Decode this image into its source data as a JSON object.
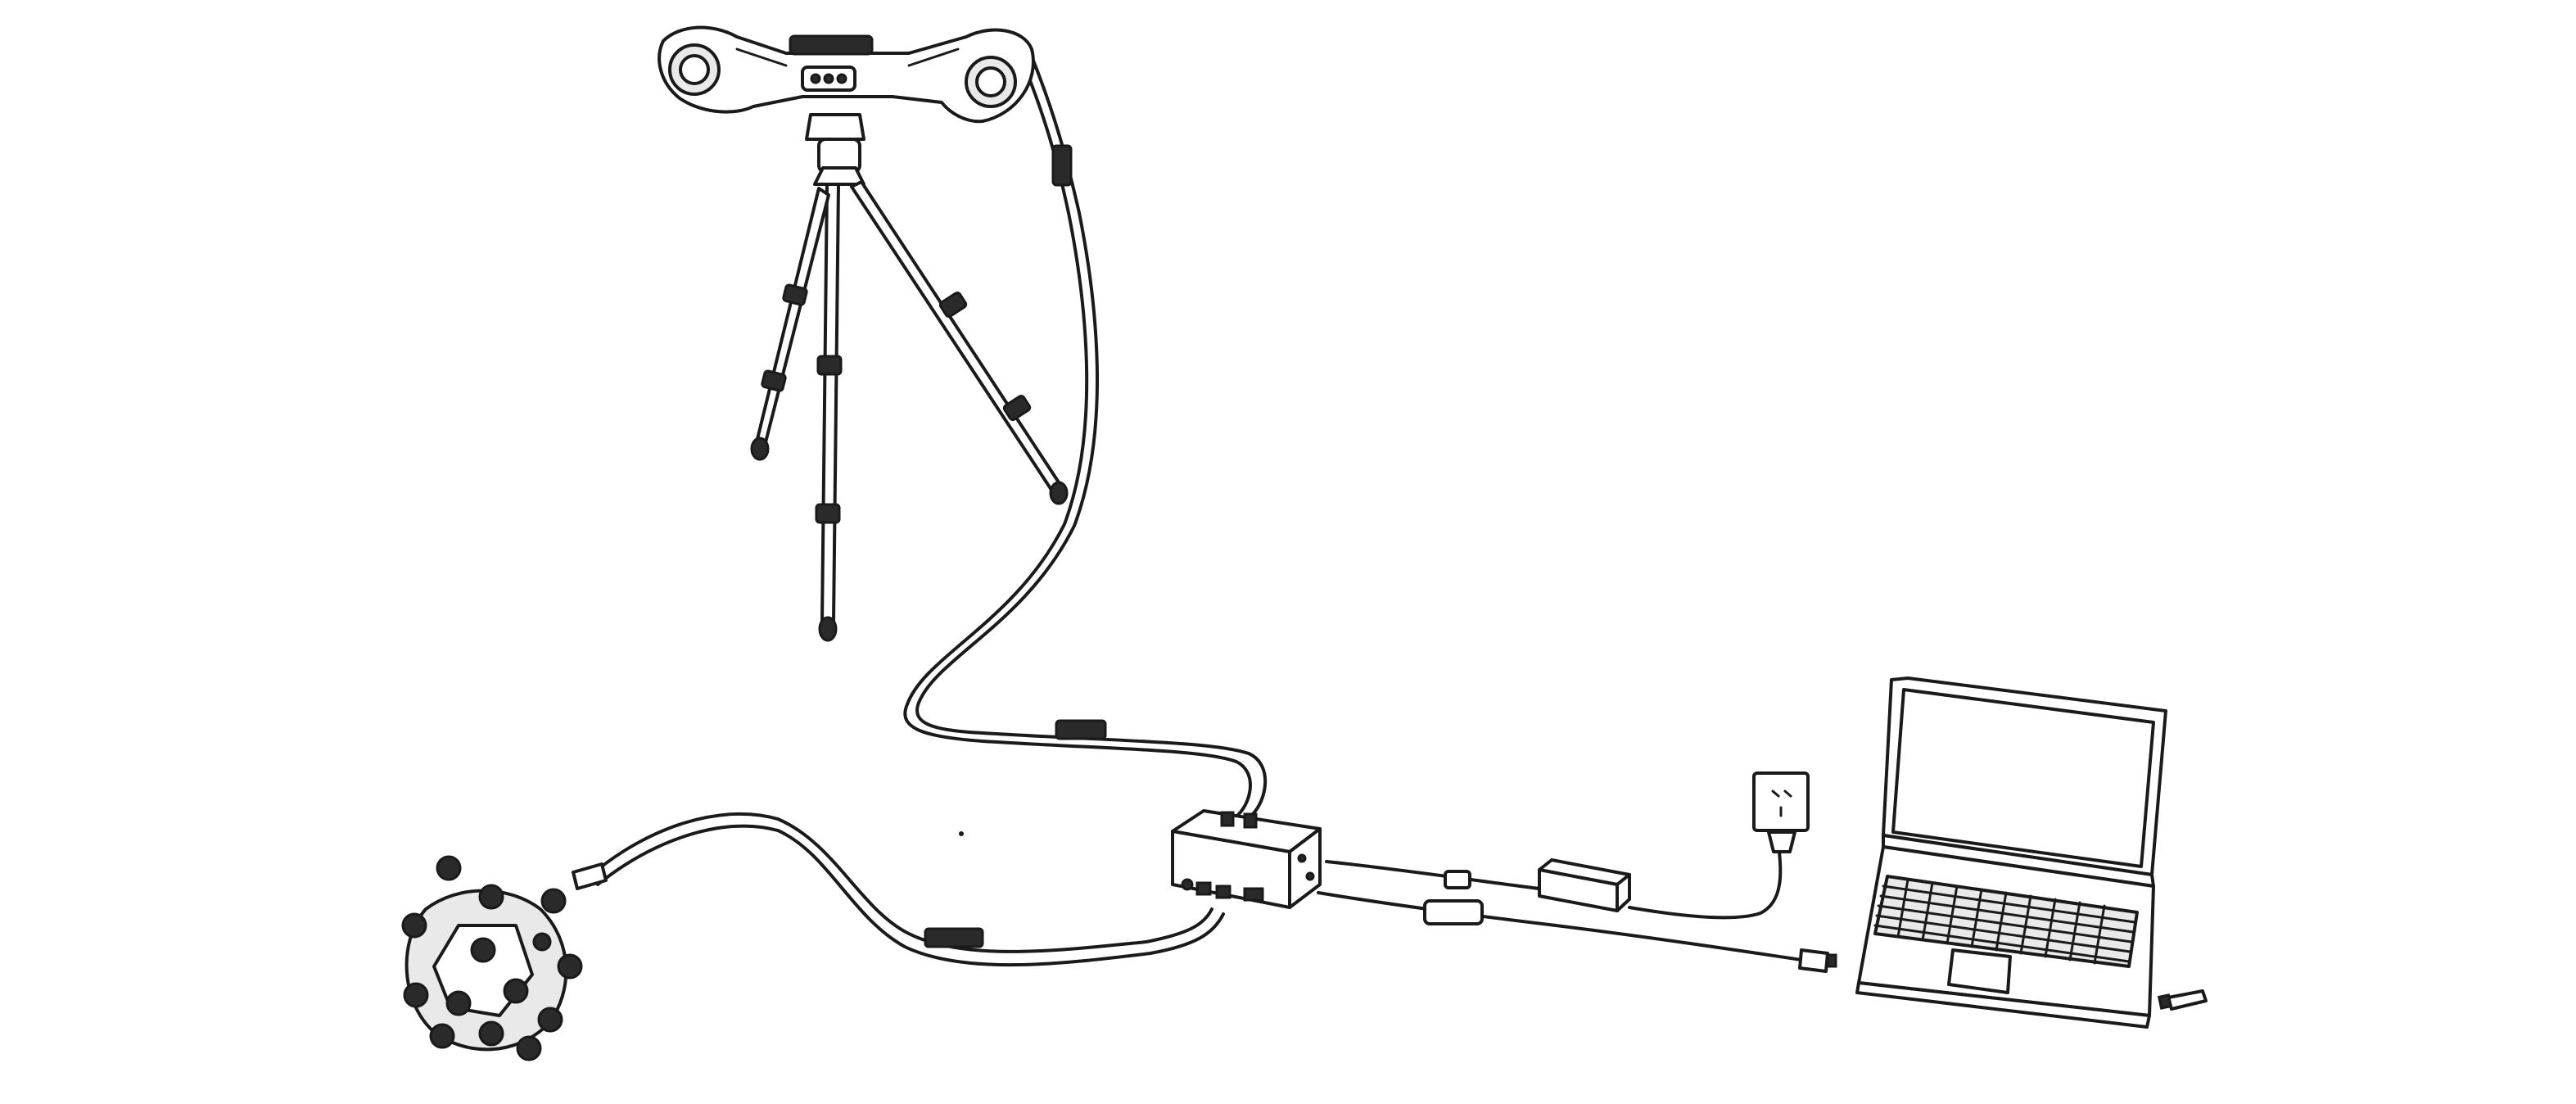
{
  "diagram": {
    "components": [
      {
        "id": "scanner",
        "icon": "optical-scanner-icon"
      },
      {
        "id": "tripod",
        "icon": "tripod-icon"
      },
      {
        "id": "probe",
        "icon": "handheld-probe-icon"
      },
      {
        "id": "hub",
        "icon": "connection-hub-icon"
      },
      {
        "id": "power-adapter",
        "icon": "power-adapter-icon"
      },
      {
        "id": "wall-outlet",
        "icon": "wall-outlet-icon"
      },
      {
        "id": "usb-cable",
        "icon": "usb-cable-icon"
      },
      {
        "id": "laptop",
        "icon": "laptop-icon"
      },
      {
        "id": "usb-dongle",
        "icon": "usb-dongle-icon"
      }
    ],
    "connections": [
      {
        "from": "scanner",
        "to": "hub"
      },
      {
        "from": "probe",
        "to": "hub"
      },
      {
        "from": "hub",
        "to": "power-adapter"
      },
      {
        "from": "power-adapter",
        "to": "wall-outlet"
      },
      {
        "from": "hub",
        "to": "laptop"
      }
    ],
    "colors": {
      "line": "#1a1a1a",
      "fill": "#ffffff",
      "shade": "#e9e9e9"
    }
  }
}
